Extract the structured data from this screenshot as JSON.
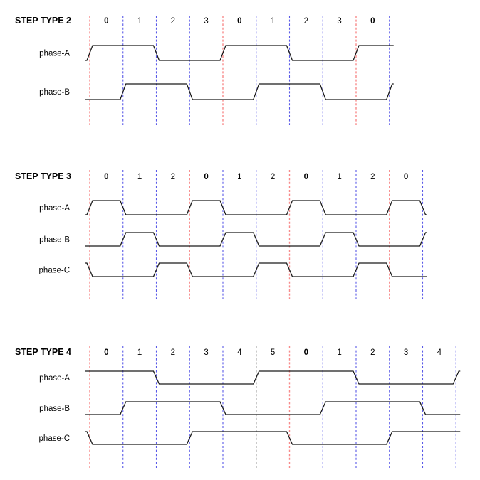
{
  "page": {
    "background": "#ffffff"
  },
  "colors": {
    "waveform": "#1a1a1a",
    "text": "#000000",
    "boundary_red": "#f88a8a",
    "boundary_blue": "#5a5ae8",
    "boundary_black": "#4d4d4d"
  },
  "sections": [
    {
      "title": "STEP TYPE 2",
      "steps": [
        "0",
        "1",
        "2",
        "3",
        "0",
        "1",
        "2",
        "3",
        "0"
      ],
      "boundaries": [
        "red",
        "blue",
        "blue",
        "blue",
        "red",
        "blue",
        "blue",
        "blue",
        "red",
        "blue"
      ],
      "phases": [
        {
          "label": "phase-A",
          "initial": "low",
          "transitions": [
            [
              0,
              "rise"
            ],
            [
              2,
              "fall"
            ],
            [
              4,
              "rise"
            ],
            [
              6,
              "fall"
            ],
            [
              8,
              "rise"
            ]
          ]
        },
        {
          "label": "phase-B",
          "initial": "low",
          "transitions": [
            [
              1,
              "rise"
            ],
            [
              3,
              "fall"
            ],
            [
              5,
              "rise"
            ],
            [
              7,
              "fall"
            ],
            [
              9,
              "rise"
            ]
          ]
        }
      ]
    },
    {
      "title": "STEP TYPE 3",
      "steps": [
        "0",
        "1",
        "2",
        "0",
        "1",
        "2",
        "0",
        "1",
        "2",
        "0"
      ],
      "boundaries": [
        "red",
        "blue",
        "blue",
        "red",
        "blue",
        "blue",
        "red",
        "blue",
        "blue",
        "red",
        "blue"
      ],
      "phases": [
        {
          "label": "phase-A",
          "initial": "low",
          "transitions": [
            [
              0,
              "rise"
            ],
            [
              1,
              "fall"
            ],
            [
              3,
              "rise"
            ],
            [
              4,
              "fall"
            ],
            [
              6,
              "rise"
            ],
            [
              7,
              "fall"
            ],
            [
              9,
              "rise"
            ],
            [
              10,
              "fall"
            ]
          ]
        },
        {
          "label": "phase-B",
          "initial": "low",
          "transitions": [
            [
              1,
              "rise"
            ],
            [
              2,
              "fall"
            ],
            [
              4,
              "rise"
            ],
            [
              5,
              "fall"
            ],
            [
              7,
              "rise"
            ],
            [
              8,
              "fall"
            ],
            [
              10,
              "rise"
            ]
          ]
        },
        {
          "label": "phase-C",
          "initial": "high",
          "transitions": [
            [
              0,
              "fall"
            ],
            [
              2,
              "rise"
            ],
            [
              3,
              "fall"
            ],
            [
              5,
              "rise"
            ],
            [
              6,
              "fall"
            ],
            [
              8,
              "rise"
            ],
            [
              9,
              "fall"
            ]
          ]
        }
      ]
    },
    {
      "title": "STEP TYPE 4",
      "steps": [
        "0",
        "1",
        "2",
        "3",
        "4",
        "5",
        "0",
        "1",
        "2",
        "3",
        "4"
      ],
      "boundaries": [
        "red",
        "blue",
        "blue",
        "blue",
        "blue",
        "black",
        "red",
        "blue",
        "blue",
        "blue",
        "blue",
        "blue"
      ],
      "phases": [
        {
          "label": "phase-A",
          "initial": "high",
          "transitions": [
            [
              2,
              "fall"
            ],
            [
              5,
              "rise"
            ],
            [
              8,
              "fall"
            ],
            [
              11,
              "rise"
            ]
          ]
        },
        {
          "label": "phase-B",
          "initial": "low",
          "transitions": [
            [
              1,
              "rise"
            ],
            [
              4,
              "fall"
            ],
            [
              7,
              "rise"
            ],
            [
              10,
              "fall"
            ]
          ]
        },
        {
          "label": "phase-C",
          "initial": "high",
          "transitions": [
            [
              0,
              "fall"
            ],
            [
              3,
              "rise"
            ],
            [
              6,
              "fall"
            ],
            [
              9,
              "rise"
            ]
          ]
        }
      ]
    }
  ]
}
